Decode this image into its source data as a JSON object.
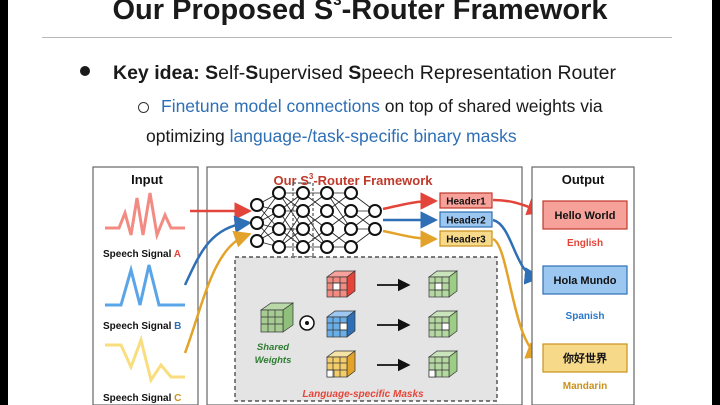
{
  "title": {
    "prefix": "Our Proposed S",
    "sup": "3",
    "suffix": "-Router Framework"
  },
  "bullet1": {
    "bold_label": "Key idea: ",
    "words": [
      {
        "initial": "S",
        "rest": "elf-"
      },
      {
        "initial": "S",
        "rest": "upervised "
      },
      {
        "initial": "S",
        "rest": "peech Representation Router"
      }
    ]
  },
  "bullet2": {
    "line1_highlight": "Finetune model connections",
    "line1_rest": " on top of shared weights via",
    "line2_plain": "optimizing ",
    "line2_highlight": "language-/task-specific binary masks"
  },
  "figure": {
    "input_title": "Input",
    "framework_title_prefix": "Our S",
    "framework_title_sup": "3",
    "framework_title_suffix": "-Router Framework",
    "output_title": "Output",
    "signals": [
      {
        "label": "Speech Signal ",
        "letter": "A"
      },
      {
        "label": "Speech Signal ",
        "letter": "B"
      },
      {
        "label": "Speech Signal ",
        "letter": "C"
      }
    ],
    "headers": [
      "Header1",
      "Header2",
      "Header3"
    ],
    "outputs": [
      {
        "text": "Hello World",
        "language": "English"
      },
      {
        "text": "Hola Mundo",
        "language": "Spanish"
      },
      {
        "text": "你好世界",
        "language": "Mandarin"
      }
    ],
    "shared_weights_label": {
      "line1": "Shared",
      "line2": "Weights"
    },
    "masks_label": "Language-specific Masks",
    "operator_symbol": "⊙"
  },
  "colors": {
    "red": "#e4453a",
    "blue": "#2e6fb5",
    "gold": "#e3a32a",
    "spanish_blue": "#2a78c8",
    "mandarin_gold": "#c9921c"
  }
}
